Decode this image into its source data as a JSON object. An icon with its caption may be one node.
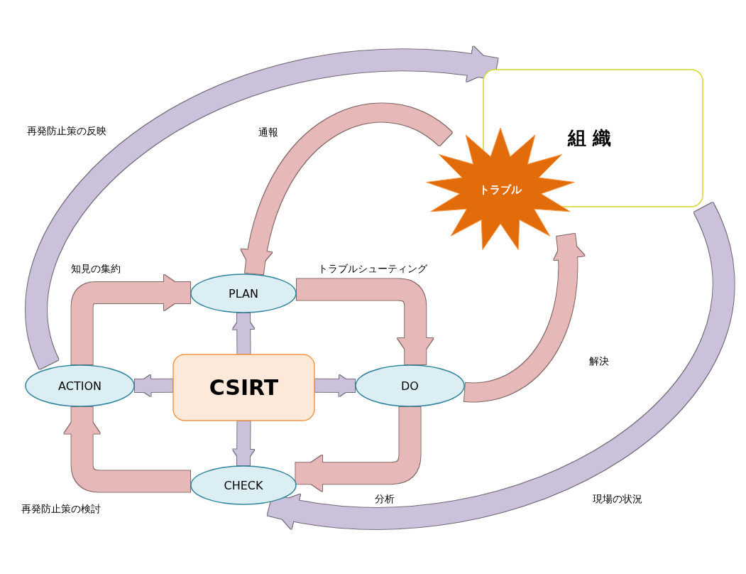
{
  "diagram": {
    "nodes": [
      {
        "text": [
          "組織"
        ]
      },
      {
        "text": [
          "トラブル"
        ]
      },
      {
        "text": [
          "PLAN"
        ]
      },
      {
        "text": [
          "CSIRT"
        ]
      },
      {
        "text": [
          "ACTION"
        ]
      },
      {
        "text": [
          "DO"
        ]
      },
      {
        "text": [
          "CHECK"
        ]
      }
    ],
    "edges": [
      {
        "from": 4,
        "to": 0,
        "arrow": "to",
        "label": "再発防止策の反映",
        "color": "#ccc1da"
      },
      {
        "from": 1,
        "to": 2,
        "arrow": "to",
        "label": "通報"
      },
      {
        "from": 4,
        "to": 2,
        "arrow": "to",
        "label": "知見の集約"
      },
      {
        "from": 2,
        "to": 5,
        "arrow": "to",
        "label": "トラブルシューティング"
      },
      {
        "from": 5,
        "to": 1,
        "arrow": "to",
        "label": "解決"
      },
      {
        "from": 5,
        "to": 6,
        "arrow": "to",
        "label": "分析"
      },
      {
        "from": 6,
        "to": 4,
        "arrow": "to",
        "label": "再発防止策の検討"
      },
      {
        "from": 0,
        "to": 6,
        "arrow": "to",
        "label": "現場の状況",
        "color": "#ccc1da"
      },
      {
        "from": 3,
        "to": 2,
        "arrow": "to",
        "color": "#ccc1da"
      },
      {
        "from": 3,
        "to": 4,
        "arrow": "to",
        "color": "#ccc1da"
      },
      {
        "from": 3,
        "to": 5,
        "arrow": "to",
        "color": "#ccc1da"
      },
      {
        "from": 3,
        "to": 6,
        "arrow": "to",
        "color": "#ccc1da"
      }
    ]
  }
}
